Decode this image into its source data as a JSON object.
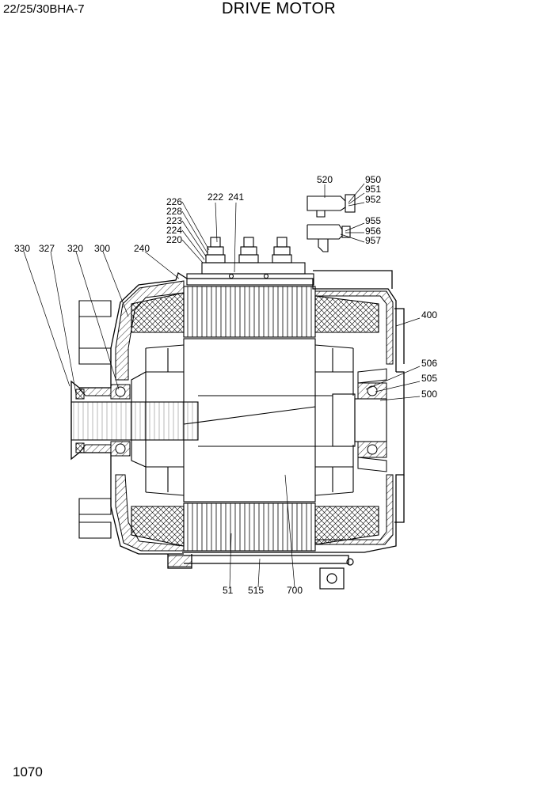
{
  "header": {
    "model": "22/25/30BHA-7",
    "title": "DRIVE MOTOR"
  },
  "footer": {
    "page_number": "1070"
  },
  "callouts": {
    "c330": "330",
    "c327": "327",
    "c320": "320",
    "c300": "300",
    "c240": "240",
    "c226": "226",
    "c228": "228",
    "c223": "223",
    "c224": "224",
    "c220": "220",
    "c222": "222",
    "c241": "241",
    "c520": "520",
    "c950": "950",
    "c951": "951",
    "c952": "952",
    "c955": "955",
    "c956": "956",
    "c957": "957",
    "c400": "400",
    "c506": "506",
    "c505": "505",
    "c500": "500",
    "c51": "51",
    "c515": "515",
    "c700": "700"
  }
}
